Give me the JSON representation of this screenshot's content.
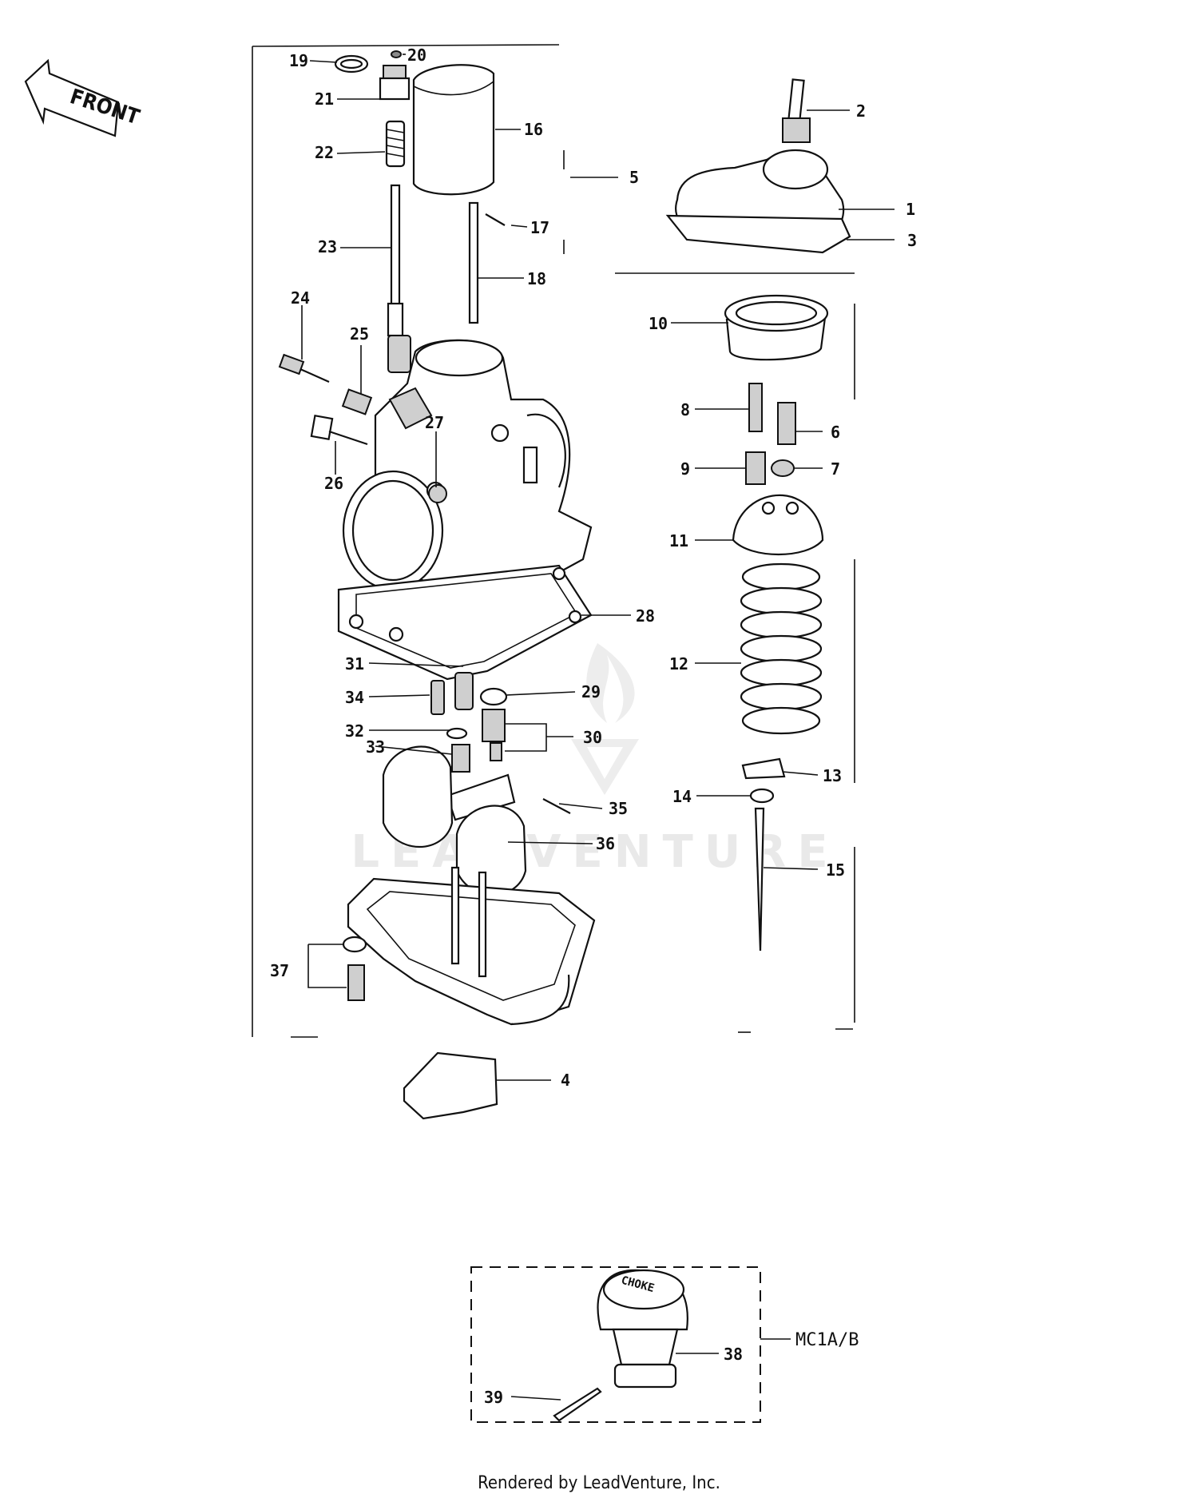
{
  "front_arrow": {
    "label": "FRONT",
    "icon": "front-arrow-icon"
  },
  "variant_label": "MC1A/B",
  "choke_text": "CHOKE",
  "watermark": "LEADVENTURE",
  "footer": "Rendered by LeadVenture, Inc.",
  "callouts": [
    {
      "id": "1",
      "label": "1"
    },
    {
      "id": "2",
      "label": "2"
    },
    {
      "id": "3",
      "label": "3"
    },
    {
      "id": "4",
      "label": "4"
    },
    {
      "id": "5",
      "label": "5"
    },
    {
      "id": "6",
      "label": "6"
    },
    {
      "id": "7",
      "label": "7"
    },
    {
      "id": "8",
      "label": "8"
    },
    {
      "id": "9",
      "label": "9"
    },
    {
      "id": "10",
      "label": "10"
    },
    {
      "id": "11",
      "label": "11"
    },
    {
      "id": "12",
      "label": "12"
    },
    {
      "id": "13",
      "label": "13"
    },
    {
      "id": "14",
      "label": "14"
    },
    {
      "id": "15",
      "label": "15"
    },
    {
      "id": "16",
      "label": "16"
    },
    {
      "id": "17",
      "label": "17"
    },
    {
      "id": "18",
      "label": "18"
    },
    {
      "id": "19",
      "label": "19"
    },
    {
      "id": "20",
      "label": "20"
    },
    {
      "id": "21",
      "label": "21"
    },
    {
      "id": "22",
      "label": "22"
    },
    {
      "id": "23",
      "label": "23"
    },
    {
      "id": "24",
      "label": "24"
    },
    {
      "id": "25",
      "label": "25"
    },
    {
      "id": "26",
      "label": "26"
    },
    {
      "id": "27",
      "label": "27"
    },
    {
      "id": "28",
      "label": "28"
    },
    {
      "id": "29",
      "label": "29"
    },
    {
      "id": "30",
      "label": "30"
    },
    {
      "id": "31",
      "label": "31"
    },
    {
      "id": "32",
      "label": "32"
    },
    {
      "id": "33",
      "label": "33"
    },
    {
      "id": "34",
      "label": "34"
    },
    {
      "id": "35",
      "label": "35"
    },
    {
      "id": "36",
      "label": "36"
    },
    {
      "id": "37",
      "label": "37"
    },
    {
      "id": "38",
      "label": "38"
    },
    {
      "id": "39",
      "label": "39"
    }
  ]
}
